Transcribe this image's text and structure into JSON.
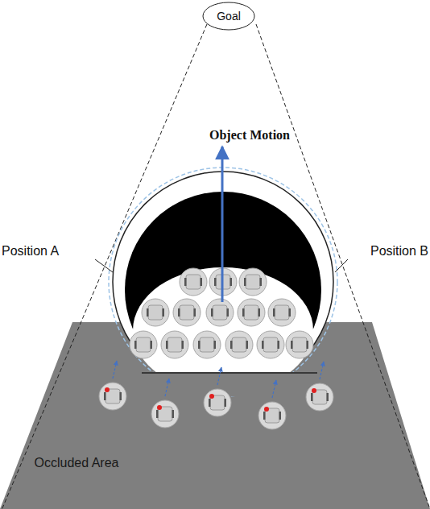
{
  "diagram": {
    "nodes": [
      {
        "text": [
          "Goal"
        ]
      }
    ],
    "labels": [
      "Object Motion",
      "Position A",
      "Position B",
      "Occluded Area"
    ]
  }
}
